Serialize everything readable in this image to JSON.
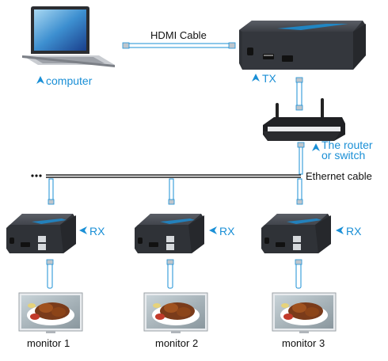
{
  "hdmi_cable_label": "HDMI Cable",
  "computer_label": "computer",
  "tx_label": "TX",
  "router_label_line1": "The router",
  "router_label_line2": "or switch",
  "ethernet_label": "Ethernet cable",
  "receivers": [
    {
      "label": "RX",
      "monitor_label": "monitor 1"
    },
    {
      "label": "RX",
      "monitor_label": "monitor 2"
    },
    {
      "label": "RX",
      "monitor_label": "monitor 3"
    }
  ],
  "colors": {
    "accent_blue": "#1a8fd6",
    "device_body": "#3b3e44",
    "cable": "#222222"
  }
}
